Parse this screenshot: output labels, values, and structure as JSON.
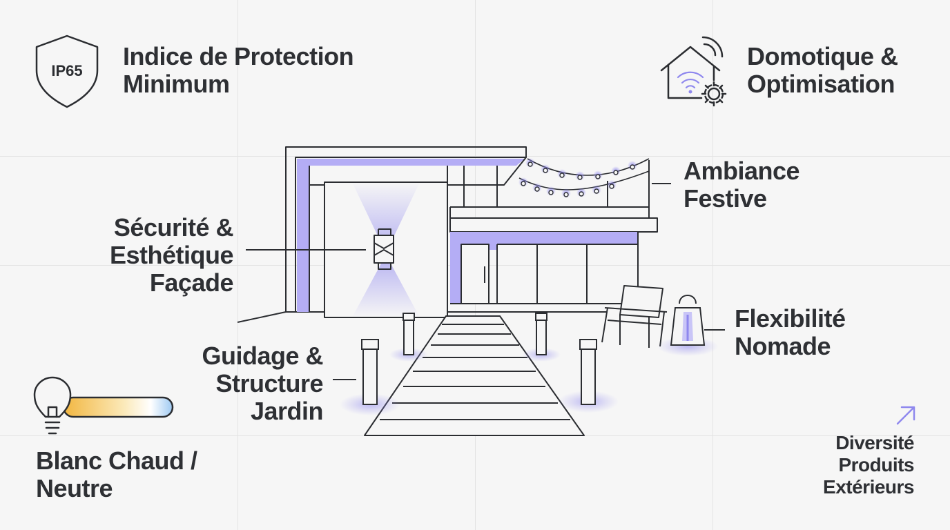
{
  "labels": {
    "ip": {
      "badge": "IP65",
      "line1": "Indice de Protection",
      "line2": "Minimum"
    },
    "smart": {
      "line1": "Domotique &",
      "line2": "Optimisation"
    },
    "festive": {
      "line1": "Ambiance",
      "line2": "Festive"
    },
    "facade": {
      "line1": "Sécurité &",
      "line2": "Esthétique",
      "line3": "Façade"
    },
    "garden": {
      "line1": "Guidage &",
      "line2": "Structure",
      "line3": "Jardin"
    },
    "nomad": {
      "line1": "Flexibilité",
      "line2": "Nomade"
    },
    "color": {
      "line1": "Blanc Chaud /",
      "line2": "Neutre"
    },
    "diversity": {
      "line1": "Diversité",
      "line2": "Produits",
      "line3": "Extérieurs"
    }
  },
  "icons": {
    "ip": "shield-icon",
    "smart": "smart-home-gear-icon",
    "color": "light-bulb-icon",
    "diversity": "arrow-up-right-icon"
  },
  "colors": {
    "accent": "#8f88ee",
    "accent_light": "#c9c5f7",
    "line": "#2b2d31",
    "grid": "#e3e3e3",
    "warm": "#f2b640",
    "cool": "#9ec9f2"
  }
}
